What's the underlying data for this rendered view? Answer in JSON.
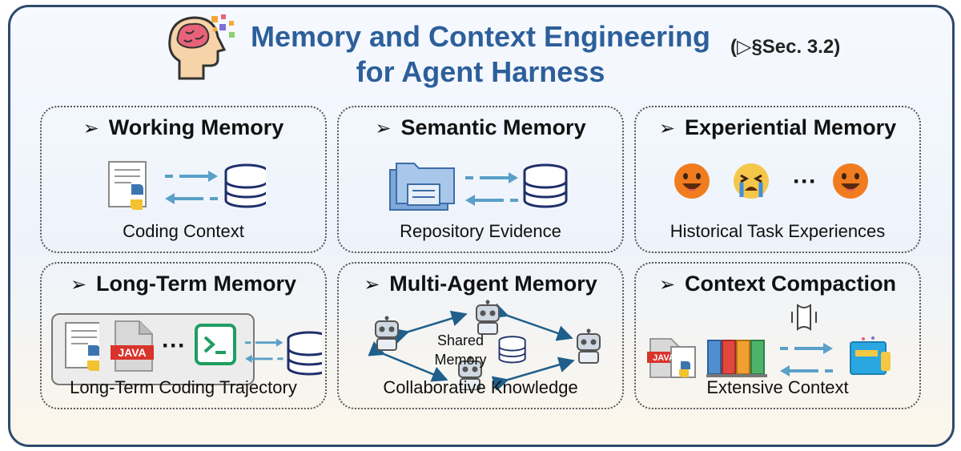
{
  "header": {
    "title_line1": "Memory and Context Engineering",
    "title_line2": "for Agent Harness",
    "section_ref": "(▷§Sec. 3.2)"
  },
  "cards": [
    {
      "title": "Working Memory",
      "caption": "Coding Context"
    },
    {
      "title": "Semantic Memory",
      "caption": "Repository Evidence"
    },
    {
      "title": "Experiential Memory",
      "caption": "Historical Task Experiences"
    },
    {
      "title": "Long-Term Memory",
      "caption": "Long-Term Coding Trajectory"
    },
    {
      "title": "Multi-Agent Memory",
      "caption": "Collaborative Knowledge",
      "center_label_1": "Shared",
      "center_label_2": "Memory"
    },
    {
      "title": "Context Compaction",
      "caption": "Extensive Context"
    }
  ],
  "labels": {
    "java": "JAVA",
    "ellipsis": "···",
    "bullet": "➢"
  },
  "colors": {
    "title_blue": "#2d5f9a",
    "frame": "#2d4a6b",
    "arrow_blue": "#5aa0c8",
    "db_navy": "#1f2f6b"
  }
}
